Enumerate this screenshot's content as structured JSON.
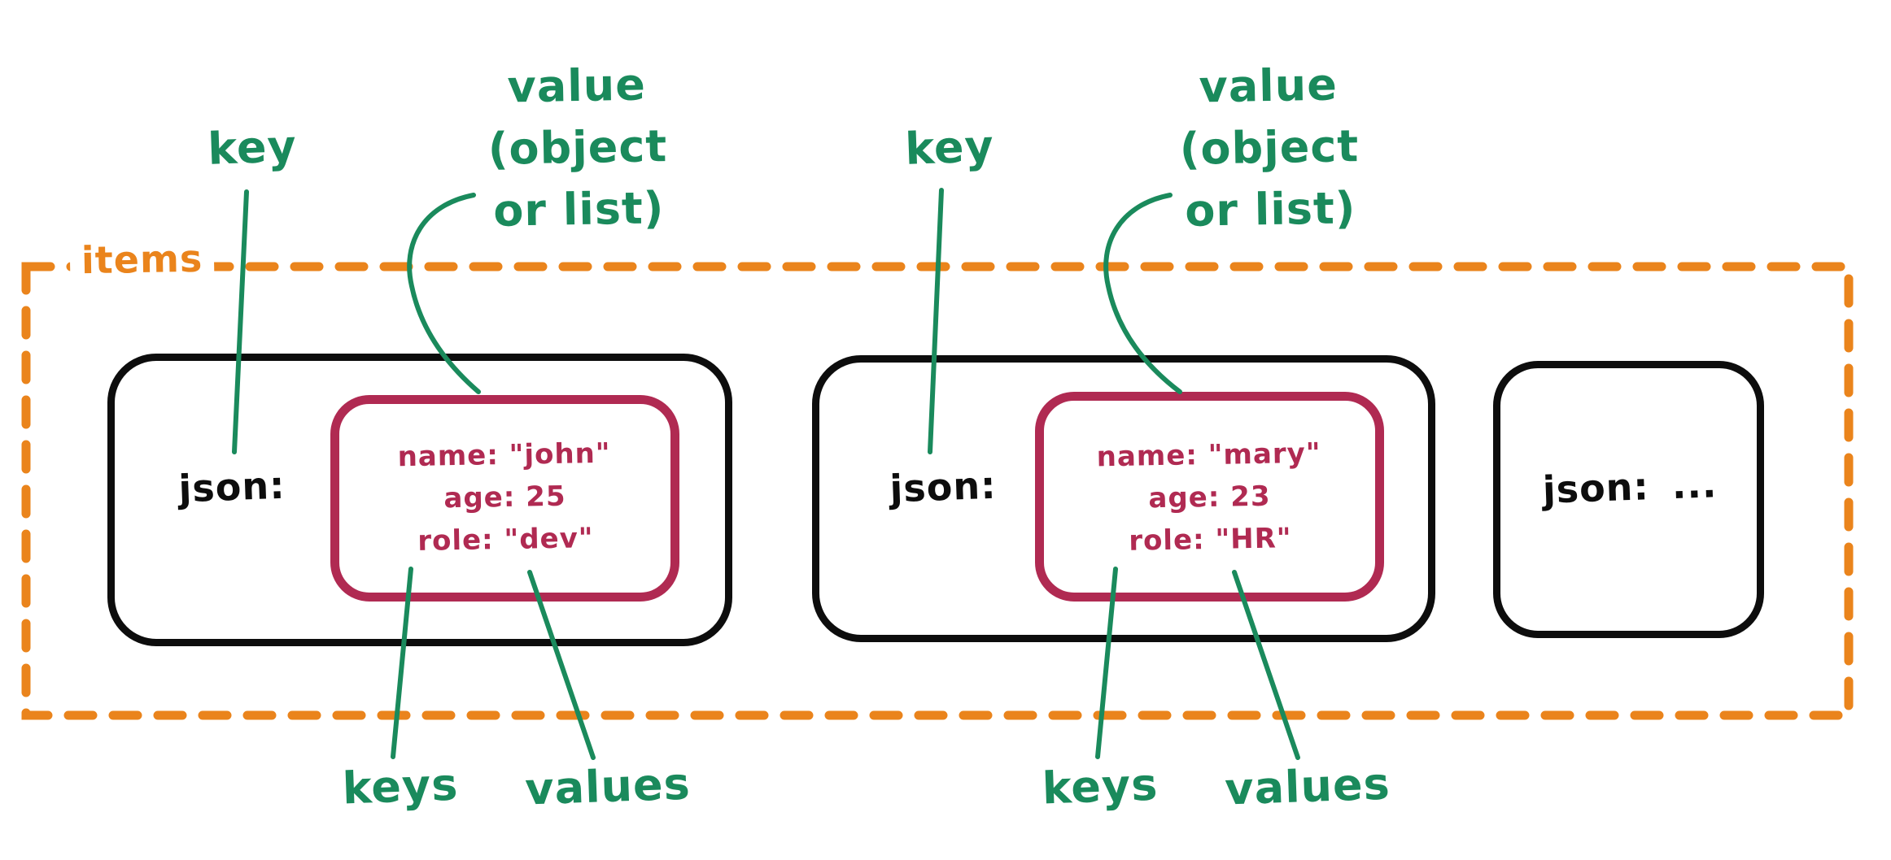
{
  "diagram": {
    "container_label": "items",
    "colors": {
      "container_orange": "#EA841C",
      "annotation_green": "#1A8A5C",
      "object_crimson": "#B02A52",
      "record_black": "#0d0d0d",
      "background": "#ffffff"
    }
  },
  "annotation_groups": [
    {
      "key_label": "key",
      "value_label_line1": "value",
      "value_label_line2": "(object",
      "value_label_line3": "or list)",
      "keys_label": "keys",
      "values_label": "values"
    },
    {
      "key_label": "key",
      "value_label_line1": "value",
      "value_label_line2": "(object",
      "value_label_line3": "or list)",
      "keys_label": "keys",
      "values_label": "values"
    }
  ],
  "records": [
    {
      "key": "json:",
      "object_lines": [
        "name: \"john\"",
        "age: 25",
        "role: \"dev\""
      ]
    },
    {
      "key": "json:",
      "object_lines": [
        "name: \"mary\"",
        "age: 23",
        "role: \"HR\""
      ]
    },
    {
      "key": "json:",
      "ellipsis": "..."
    }
  ]
}
